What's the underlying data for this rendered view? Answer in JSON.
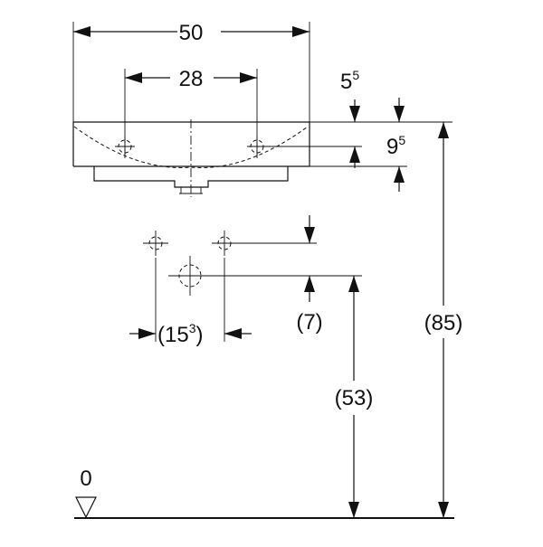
{
  "dimensions": {
    "overall_width": "50",
    "tap_hole_spacing": "28",
    "rim_offset": {
      "main": "5",
      "sup": "5"
    },
    "tap_hole_drop": {
      "main": "9",
      "sup": "5"
    },
    "waste_spacing": {
      "open": "(15",
      "sup": "3",
      "close": ")"
    },
    "waste_offset": "(7)",
    "waste_height": "(53)",
    "total_height": "(85)",
    "floor_level": "0"
  },
  "colors": {
    "line": "#111111",
    "background": "#ffffff"
  }
}
